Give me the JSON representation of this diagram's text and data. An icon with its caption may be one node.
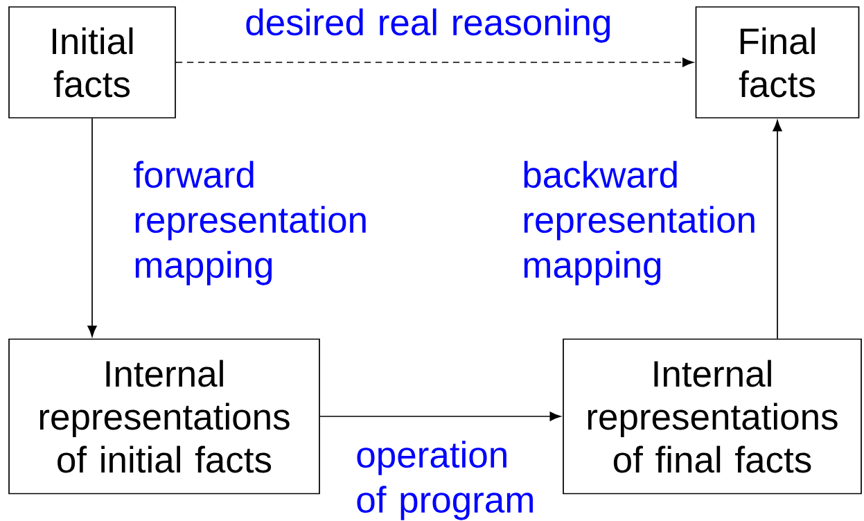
{
  "diagram": {
    "nodes": [
      {
        "text": [
          "Initial facts"
        ]
      },
      {
        "text": [
          "Final facts"
        ]
      },
      {
        "text": [
          "Internal representations of initial facts"
        ]
      },
      {
        "text": [
          "Internal representations of final facts"
        ]
      }
    ],
    "edges": [
      {
        "from": 0,
        "to": 1,
        "arrow": "to",
        "style": "dashed",
        "label": "desired real reasoning"
      },
      {
        "from": 0,
        "to": 2,
        "arrow": "to",
        "label": "forward representation mapping"
      },
      {
        "from": 2,
        "to": 3,
        "arrow": "to",
        "label": "operation of program"
      },
      {
        "from": 3,
        "to": 1,
        "arrow": "to",
        "label": "backward representation mapping"
      }
    ]
  }
}
